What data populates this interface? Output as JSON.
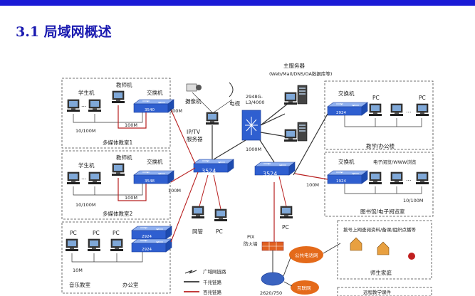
{
  "title": "3.1 局域网概述",
  "labels": {
    "student_pc_1": "学生机",
    "teacher_pc_1": "教师机",
    "switch_1": "交换机",
    "link_100m_1": "100M",
    "link_10_100m_1": "10/100M",
    "room_1": "多媒体教室1",
    "student_pc_2": "学生机",
    "teacher_pc_2": "教师机",
    "switch_2": "交换机",
    "link_100m_2": "100M",
    "link_10_100m_2": "10/100M",
    "room_2": "多媒体教室2",
    "pc_a": "PC",
    "pc_b": "PC",
    "pc_c": "PC",
    "link_10m": "10M",
    "music_room": "音乐教室",
    "office_left": "办公室",
    "camera": "摄像机",
    "tv": "电视",
    "iptv_server": "IP/TV\n服务器",
    "sw3524_left": "3524",
    "sw3524_right": "3524",
    "admin": "网管",
    "pc_admin": "PC",
    "core_switch": "2948G-\nL3/4000",
    "link_1000m": "1000M",
    "main_server": "主服务器",
    "server_types": "(Web/Mail/DNS/OA数据库等)",
    "pc_center": "PC",
    "pix": "PIX\n防火墙",
    "router": "2620/750",
    "sw2924": "2924",
    "sw1924": "1924",
    "sw3540_1": "3540",
    "sw3548_2": "3548",
    "sw2924_left": "2924",
    "sw2924_left_b": "2924",
    "link_100m_top": "100M",
    "link_100m_mid": "100M",
    "link_100m_right": "100M",
    "switch_top_right": "交换机",
    "pc_tr1": "PC",
    "pc_tr2": "PC",
    "teaching_office": "教学/办公楼",
    "switch_mid_right": "交换机",
    "reading_room": "电子阅览/WWW浏览",
    "link_10_100m_right": "10/100M",
    "library": "图书馆/电子阅览室",
    "dialup": "拨号上网查阅资料/备课/组织点播等",
    "pstn": "公共电话网",
    "internet": "互联网",
    "teacher_home": "师生家庭",
    "legend_wan": "广域网链路",
    "legend_gig": "千兆链路",
    "legend_100m": "百兆链路",
    "bottom_right": "远程教学课件"
  },
  "colors": {
    "topbar": "#1a1ad6",
    "title": "#1a1ab0",
    "switch": "#2f5fd0",
    "link_gig": "#333333",
    "link_100m": "#b82020",
    "cloud": "#e46a1a"
  }
}
